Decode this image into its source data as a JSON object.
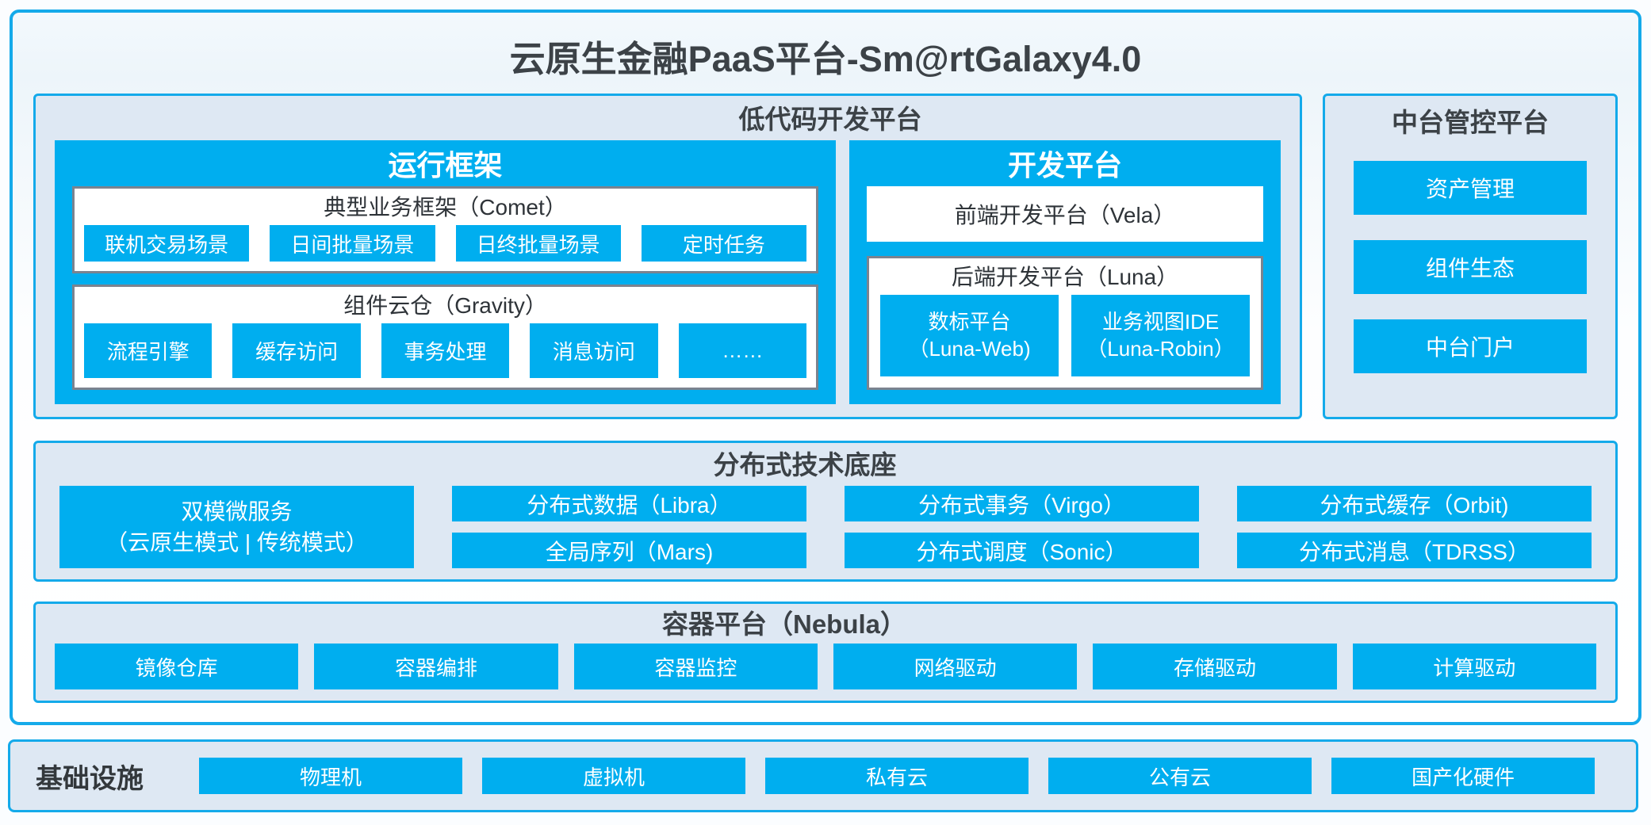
{
  "title": "云原生金融PaaS平台-Sm@rtGalaxy4.0",
  "colors": {
    "primary_blue": "#00AEEF",
    "panel_background": "#DEE8F3",
    "frame_border": "#14AAEA",
    "inner_gray_border": "#7B838F",
    "dark_text": "#3C4247"
  },
  "low_code": {
    "title": "低代码开发平台",
    "runtime": {
      "title": "运行框架",
      "comet": {
        "title": "典型业务框架（Comet）",
        "items": [
          "联机交易场景",
          "日间批量场景",
          "日终批量场景",
          "定时任务"
        ]
      },
      "gravity": {
        "title": "组件云仓（Gravity）",
        "items": [
          "流程引擎",
          "缓存访问",
          "事务处理",
          "消息访问",
          "……"
        ]
      }
    },
    "dev": {
      "title": "开发平台",
      "vela": "前端开发平台（Vela）",
      "luna": {
        "title": "后端开发平台（Luna）",
        "items": [
          {
            "line1": "数标平台",
            "line2": "（Luna-Web)"
          },
          {
            "line1": "业务视图IDE",
            "line2": "（Luna-Robin）"
          }
        ]
      }
    }
  },
  "mid_platform": {
    "title": "中台管控平台",
    "items": [
      "资产管理",
      "组件生态",
      "中台门户"
    ]
  },
  "distributed": {
    "title": "分布式技术底座",
    "dual_mode": {
      "line1": "双模微服务",
      "line2": "（云原生模式 | 传统模式）"
    },
    "columns": [
      {
        "top": "分布式数据（Libra）",
        "bottom": "全局序列（Mars)"
      },
      {
        "top": "分布式事务（Virgo）",
        "bottom": "分布式调度（Sonic）"
      },
      {
        "top": "分布式缓存（Orbit)",
        "bottom": "分布式消息（TDRSS）"
      }
    ]
  },
  "container_platform": {
    "title": "容器平台（Nebula）",
    "items": [
      "镜像仓库",
      "容器编排",
      "容器监控",
      "网络驱动",
      "存储驱动",
      "计算驱动"
    ]
  },
  "infrastructure": {
    "label": "基础设施",
    "items": [
      "物理机",
      "虚拟机",
      "私有云",
      "公有云",
      "国产化硬件"
    ]
  }
}
